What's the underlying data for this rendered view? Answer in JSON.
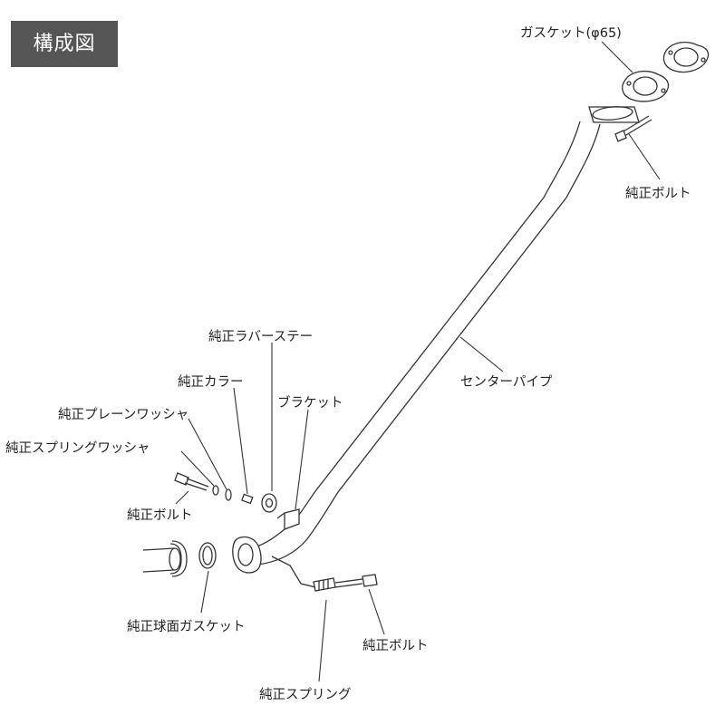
{
  "header": {
    "title": "構成図"
  },
  "labels": {
    "gasket_65": "ガスケット(φ65)",
    "bolt_top": "純正ボルト",
    "center_pipe": "センターパイプ",
    "rubber_stay": "純正ラバーステー",
    "collar": "純正カラー",
    "bracket": "ブラケット",
    "plain_washer": "純正プレーンワッシャ",
    "spring_washer": "純正スプリングワッシャ",
    "bolt_left": "純正ボルト",
    "spherical_gasket": "純正球面ガスケット",
    "bolt_bottom": "純正ボルト",
    "spring": "純正スプリング"
  },
  "colors": {
    "header_bg": "#555555",
    "header_text": "#ffffff",
    "line": "#333333",
    "text": "#222222"
  }
}
